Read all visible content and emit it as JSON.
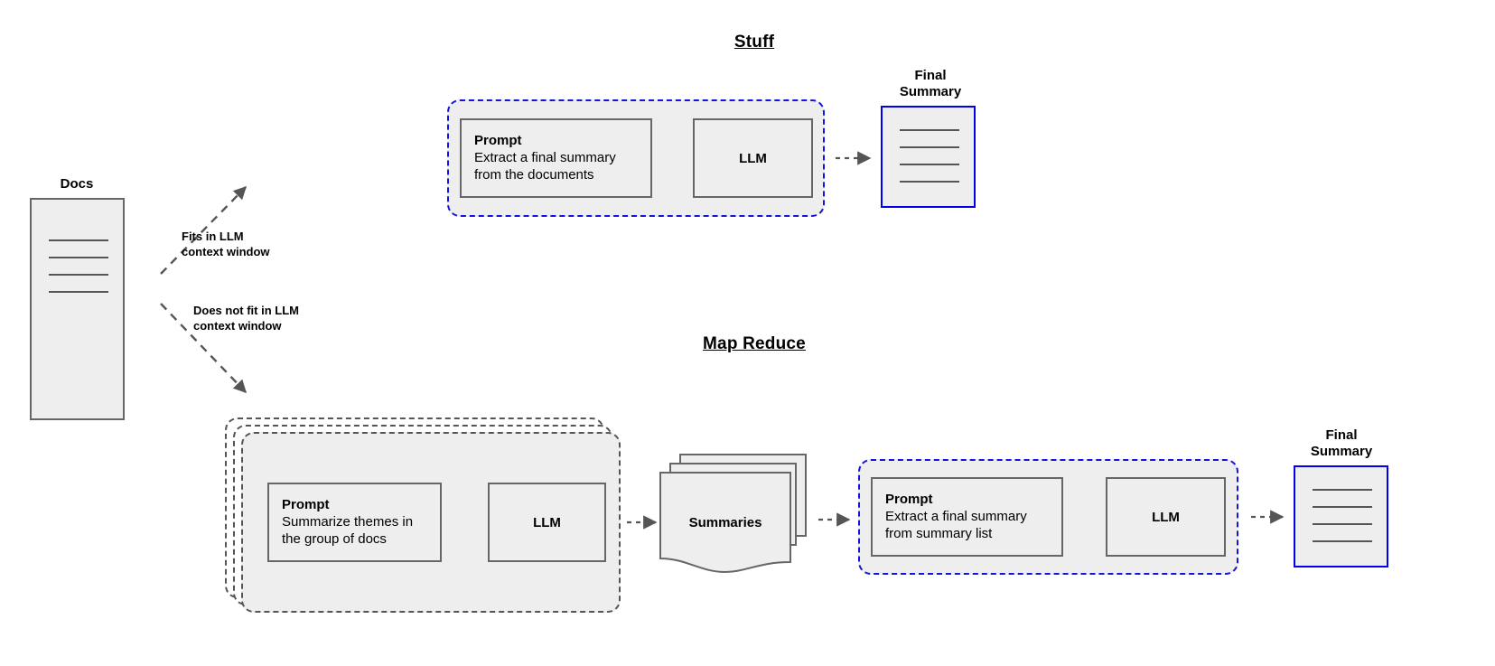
{
  "diagram": {
    "source": {
      "label": "Docs",
      "doc_line_count": 4
    },
    "branches": [
      {
        "id": "fits",
        "label": "Fits in LLM\ncontext window"
      },
      {
        "id": "does-not-fit",
        "label": "Does not fit in LLM\ncontext window"
      }
    ],
    "stuff": {
      "title": "Stuff",
      "prompt": {
        "title": "Prompt",
        "body": "Extract a final summary\nfrom the documents"
      },
      "llm": {
        "label": "LLM"
      },
      "output": {
        "caption": "Final\nSummary",
        "doc_line_count": 4
      }
    },
    "map_reduce": {
      "title": "Map Reduce",
      "map": {
        "stack_count": 3,
        "prompt": {
          "title": "Prompt",
          "body": "Summarize themes in\nthe group of docs"
        },
        "llm": {
          "label": "LLM"
        }
      },
      "intermediate": {
        "label": "Summaries",
        "sheet_count": 3
      },
      "reduce": {
        "prompt": {
          "title": "Prompt",
          "body": "Extract a final summary\nfrom summary list"
        },
        "llm": {
          "label": "LLM"
        }
      },
      "output": {
        "caption": "Final\nSummary",
        "doc_line_count": 4
      }
    }
  },
  "colors": {
    "accent_blue": "#0000EE",
    "group_blue_dash": "#1414DC",
    "group_gray_dash": "#555555",
    "box_border": "#666666",
    "box_fill": "#EEEEEE",
    "arrow": "#555555",
    "text": "#000000"
  }
}
